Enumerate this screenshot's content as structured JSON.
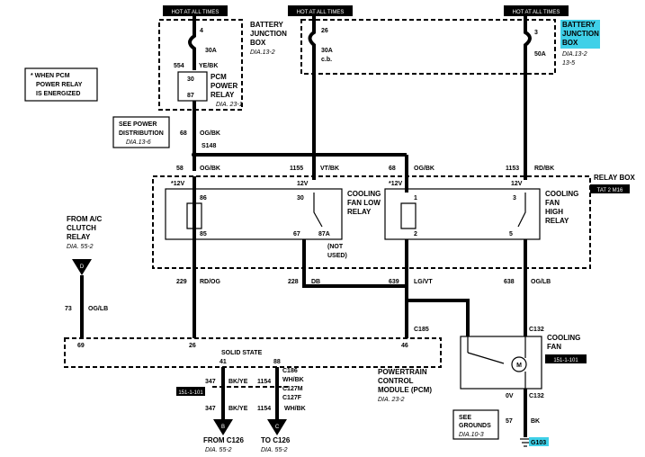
{
  "hot_labels": {
    "left": "HOT AT ALL TIMES",
    "middle": "HOT AT ALL TIMES",
    "right": "HOT AT ALL TIMES"
  },
  "battery_junction_box_left": {
    "title": "BATTERY JUNCTION BOX",
    "ref": "DIA.13-2",
    "pin_top": "4",
    "fuse": "30A",
    "wire": "554",
    "wire_color": "YE/BK"
  },
  "battery_junction_box_right": {
    "title": "BATTERY JUNCTION BOX",
    "ref1": "DIA.13-2",
    "ref2": "13-5",
    "highlight_color": "#3fd0e8"
  },
  "fuse_middle": {
    "pin": "26",
    "rating": "30A",
    "type": "c.b."
  },
  "fuse_right": {
    "pin": "3",
    "rating": "50A"
  },
  "pcm_relay": {
    "pin_top": "30",
    "pin_bottom": "87",
    "title": "PCM POWER RELAY",
    "ref": "DIA. 23-1"
  },
  "note": "* WHEN PCM POWER RELAY IS ENERGIZED",
  "power_distribution": {
    "title": "SEE POWER DISTRIBUTION",
    "ref": "DIA.13-6"
  },
  "splice": {
    "wire": "68",
    "color": "OG/BK",
    "name": "S148"
  },
  "wires_to_relay": {
    "w58": "58",
    "w58_color": "OG/BK",
    "w1155": "1155",
    "w1155_color": "VT/BK",
    "w68": "68",
    "w68_color": "OG/BK",
    "w1153": "1153",
    "w1153_color": "RD/BK"
  },
  "relay_box": {
    "title": "RELAY BOX",
    "ref": "TAT 2 M16"
  },
  "low_relay": {
    "title": "COOLING FAN LOW RELAY",
    "v1": "*12V",
    "v2": "12V",
    "p86": "86",
    "p30": "30",
    "p85": "85",
    "p67": "67",
    "p87a": "87A",
    "not_used": "(NOT USED)"
  },
  "high_relay": {
    "title": "COOLING FAN HIGH RELAY",
    "v1": "*12V",
    "v2": "12V",
    "p1": "1",
    "p3": "3",
    "p2": "2",
    "p5": "5"
  },
  "from_ac": {
    "title": "FROM A/C CLUTCH RELAY",
    "ref": "DIA. 55-2",
    "letter": "D",
    "wire": "73",
    "color": "OG/LB"
  },
  "lower_wires": {
    "w229": "229",
    "w229_color": "RD/OG",
    "w228": "228",
    "w228_color": "DB",
    "w639": "639",
    "w639_color": "LG/VT",
    "w638": "638",
    "w638_color": "OG/LB"
  },
  "pcm": {
    "connector": "C185",
    "p69": "69",
    "p26": "26",
    "p46": "46",
    "solid_state": "SOLID STATE",
    "p41": "41",
    "p88": "88",
    "title": "POWERTRAIN CONTROL MODULE (PCM)",
    "ref": "DIA. 23-2"
  },
  "bottom_connectors": {
    "c186": "C186",
    "c186_color": "WH/BK",
    "c127m": "C127M",
    "c127f": "C127F",
    "w347a": "347",
    "w347a_color": "BK/YE",
    "w1154a": "1154",
    "w347b": "347",
    "w347b_color": "BK/YE",
    "w1154b": "1154",
    "w1154b_color": "WH/BK",
    "tag_left": "151-1-101",
    "letter_b": "B",
    "letter_c": "C",
    "from_c126": "FROM C126",
    "from_ref": "DIA. 55-2",
    "to_c126": "TO C126",
    "to_ref": "DIA. 55-2"
  },
  "cooling_fan": {
    "c132_top": "C132",
    "title": "COOLING FAN",
    "tag": "151-1-101",
    "ov": "0V",
    "c132_bottom": "C132",
    "w57": "57",
    "w57_color": "BK",
    "grounds_title": "SEE GROUNDS",
    "grounds_ref": "DIA.10-3",
    "ground": "G103"
  }
}
